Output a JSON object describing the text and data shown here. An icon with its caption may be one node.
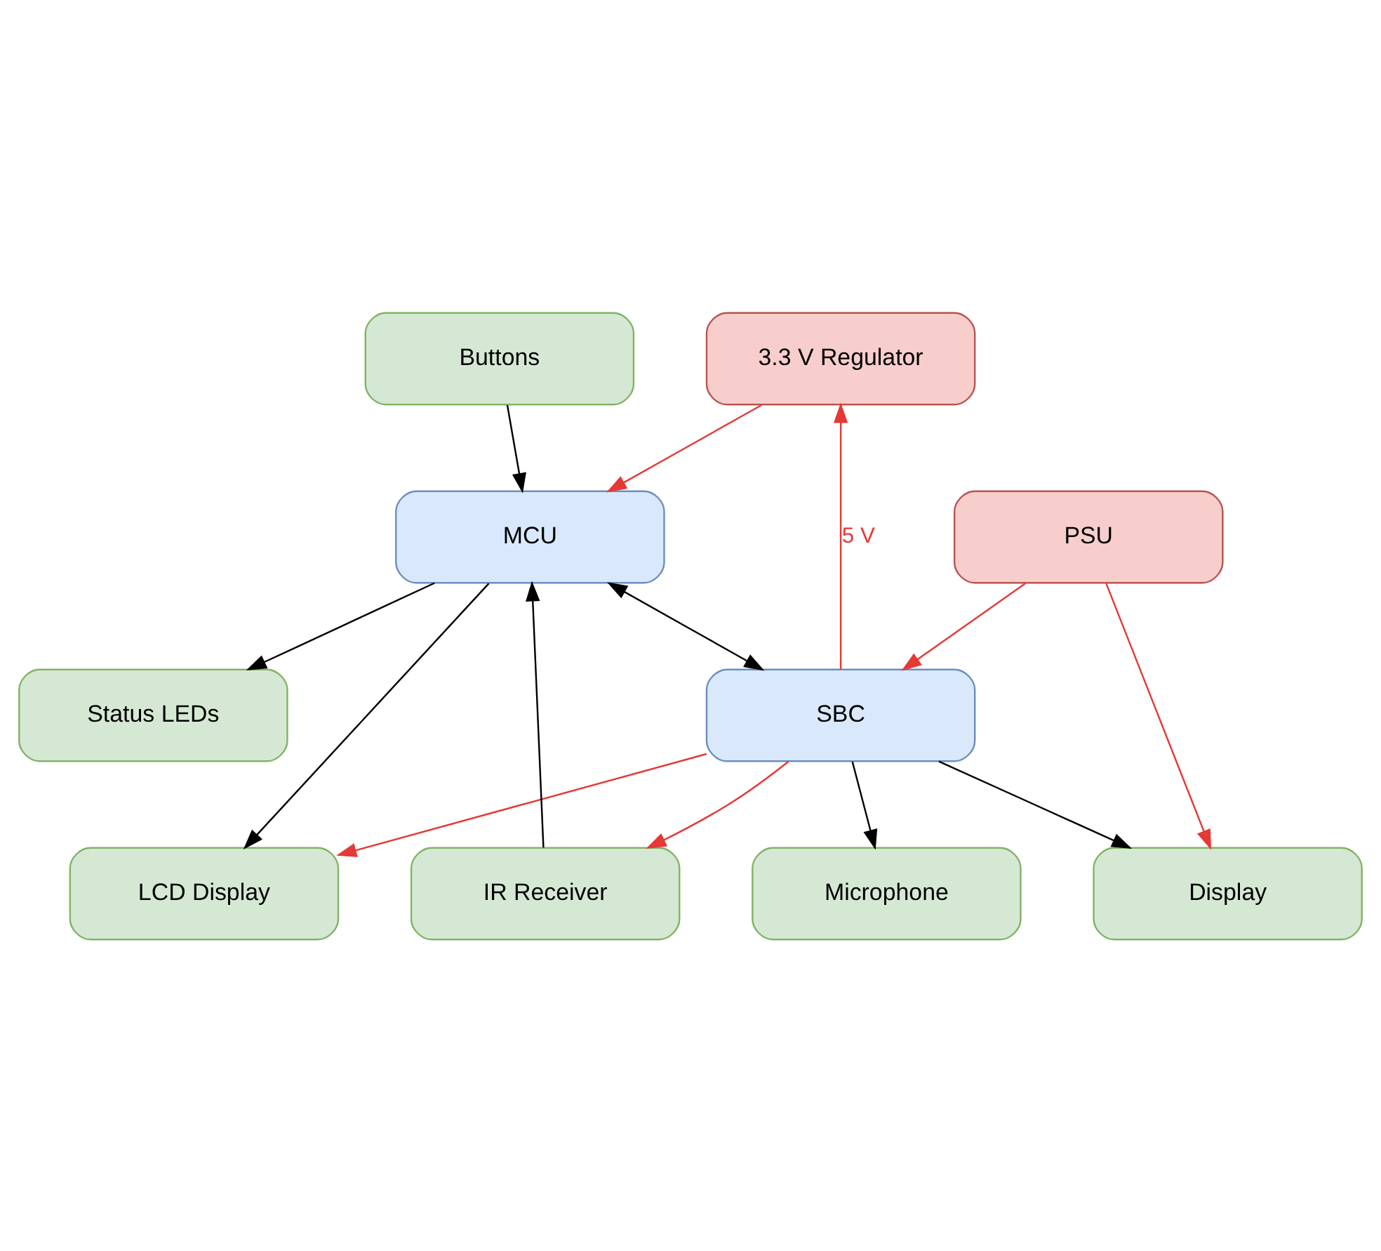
{
  "diagram": {
    "nodes": [
      {
        "text": [
          "3.3 V Regulator"
        ]
      },
      {
        "text": [
          "LCD Display"
        ]
      },
      {
        "text": [
          "MCU"
        ]
      },
      {
        "text": [
          "Status LEDs"
        ]
      },
      {
        "text": [
          "Microphone"
        ]
      },
      {
        "text": [
          "Buttons"
        ]
      },
      {
        "text": [
          "SBC"
        ]
      },
      {
        "text": [
          "IR Receiver"
        ]
      },
      {
        "text": [
          "PSU"
        ]
      },
      {
        "text": [
          "Display"
        ]
      }
    ],
    "edges": [
      {
        "from": 6,
        "to": 0,
        "arrow": "to",
        "label": "5 V",
        "color": "#e53935"
      },
      {
        "from": 6,
        "to": 1,
        "arrow": "to",
        "color": "#e53935"
      },
      {
        "from": 6,
        "to": 7,
        "arrow": "to",
        "color": "#e53935"
      },
      {
        "from": 0,
        "to": 2,
        "arrow": "to",
        "color": "#e53935"
      },
      {
        "from": 2,
        "to": 1,
        "arrow": "to"
      },
      {
        "from": 2,
        "to": 3,
        "arrow": "to"
      },
      {
        "from": 5,
        "to": 2,
        "arrow": "to"
      },
      {
        "from": 7,
        "to": 2,
        "arrow": "to"
      },
      {
        "from": 2,
        "to": 6,
        "arrow": "both"
      },
      {
        "from": 6,
        "to": 4,
        "arrow": "to"
      },
      {
        "from": 6,
        "to": 9,
        "arrow": "to"
      },
      {
        "from": 8,
        "to": 6,
        "arrow": "to",
        "color": "#e53935"
      },
      {
        "from": 8,
        "to": 9,
        "arrow": "to",
        "color": "#e53935"
      }
    ]
  }
}
